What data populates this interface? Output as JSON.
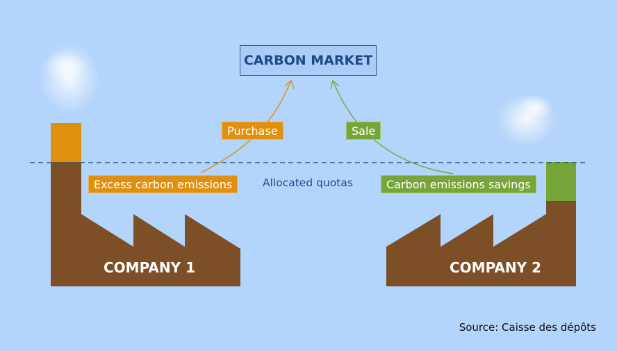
{
  "market": {
    "title": "CARBON MARKET"
  },
  "flows": {
    "purchase": "Purchase",
    "sale": "Sale"
  },
  "company1": {
    "name": "COMPANY 1",
    "label": "Excess carbon emissions"
  },
  "company2": {
    "name": "COMPANY 2",
    "label": "Carbon emissions savings"
  },
  "quota_line": {
    "label": "Allocated quotas"
  },
  "source": "Source: Caisse des dépôts",
  "colors": {
    "background": "#b3d4fb",
    "factory": "#7c4f27",
    "excess": "#e0900f",
    "savings": "#78a53a",
    "quota_line": "#2e5d86",
    "market_text": "#1d4a86"
  }
}
